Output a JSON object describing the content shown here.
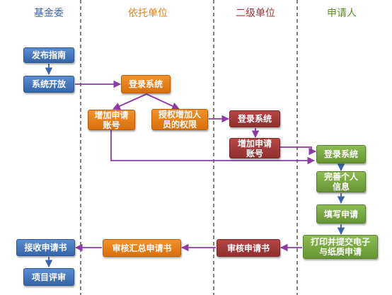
{
  "colors": {
    "blue": "#4677bf",
    "orange": "#ee8320",
    "red": "#a33d3c",
    "green": "#7aab43",
    "arrow_purple": "#8e3aa6",
    "arrow_blue": "#3b64ad"
  },
  "lanes": [
    {
      "title": "基金委",
      "color": "#3b64ad"
    },
    {
      "title": "依托单位",
      "color": "#e8821e"
    },
    {
      "title": "二级单位",
      "color": "#9b3535"
    },
    {
      "title": "申请人",
      "color": "#5e8f2b"
    }
  ],
  "nodes": {
    "publish_guide": "发布指南",
    "open_system": "系统开放",
    "org_login": "登录系统",
    "org_add_account": "增加申请\n账号",
    "org_grant": "授权增加人\n员的权限",
    "sub_login": "登录系统",
    "sub_add_account": "增加申请\n账号",
    "app_login": "登录系统",
    "app_info": "完善个人\n信息",
    "app_fill": "填写申请",
    "app_print": "打印并提交电子\n与纸质申请",
    "sub_review": "审核申请书",
    "org_review": "审核汇总申请书",
    "receive": "接收申请书",
    "evaluate": "项目评审"
  }
}
